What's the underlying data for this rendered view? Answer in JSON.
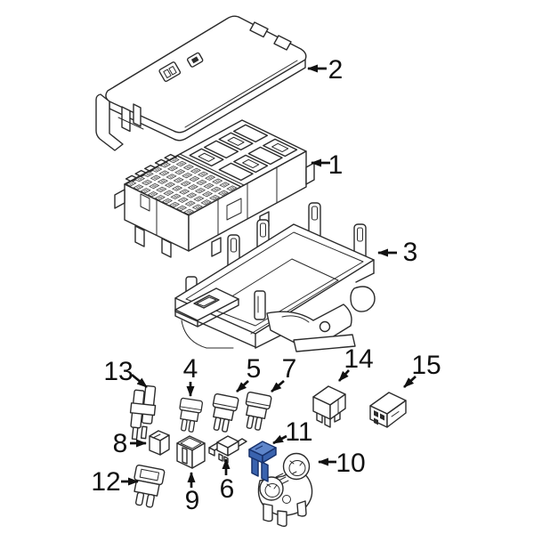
{
  "diagram": {
    "background": "#ffffff",
    "colors": {
      "background": "#ffffff",
      "line": "#2b2b2b",
      "label": "#111111",
      "part-fill": "#ffffff",
      "highlight": "#3a63ae",
      "highlight-dark": "#17316b",
      "highlight-light": "#5e85ca"
    },
    "highlighted_callout": "11",
    "callouts": [
      {
        "label": "1",
        "part": "fuse-box"
      },
      {
        "label": "2",
        "part": "fuse-box-cover"
      },
      {
        "label": "3",
        "part": "lower-bracket"
      },
      {
        "label": "4",
        "part": "mini-blade-fuse"
      },
      {
        "label": "5",
        "part": "blade-fuse-left"
      },
      {
        "label": "6",
        "part": "low-profile-cartridge-fuse"
      },
      {
        "label": "7",
        "part": "blade-fuse-right"
      },
      {
        "label": "8",
        "part": "small-box-fuse"
      },
      {
        "label": "9",
        "part": "jcase-cartridge-fuse"
      },
      {
        "label": "10",
        "part": "fuse-holder-assembly"
      },
      {
        "label": "11",
        "part": "selected-fuse-highlighted"
      },
      {
        "label": "12",
        "part": "maxi-blade-fuse"
      },
      {
        "label": "13",
        "part": "fusible-link"
      },
      {
        "label": "14",
        "part": "relay-small"
      },
      {
        "label": "15",
        "part": "relay-large"
      }
    ]
  }
}
